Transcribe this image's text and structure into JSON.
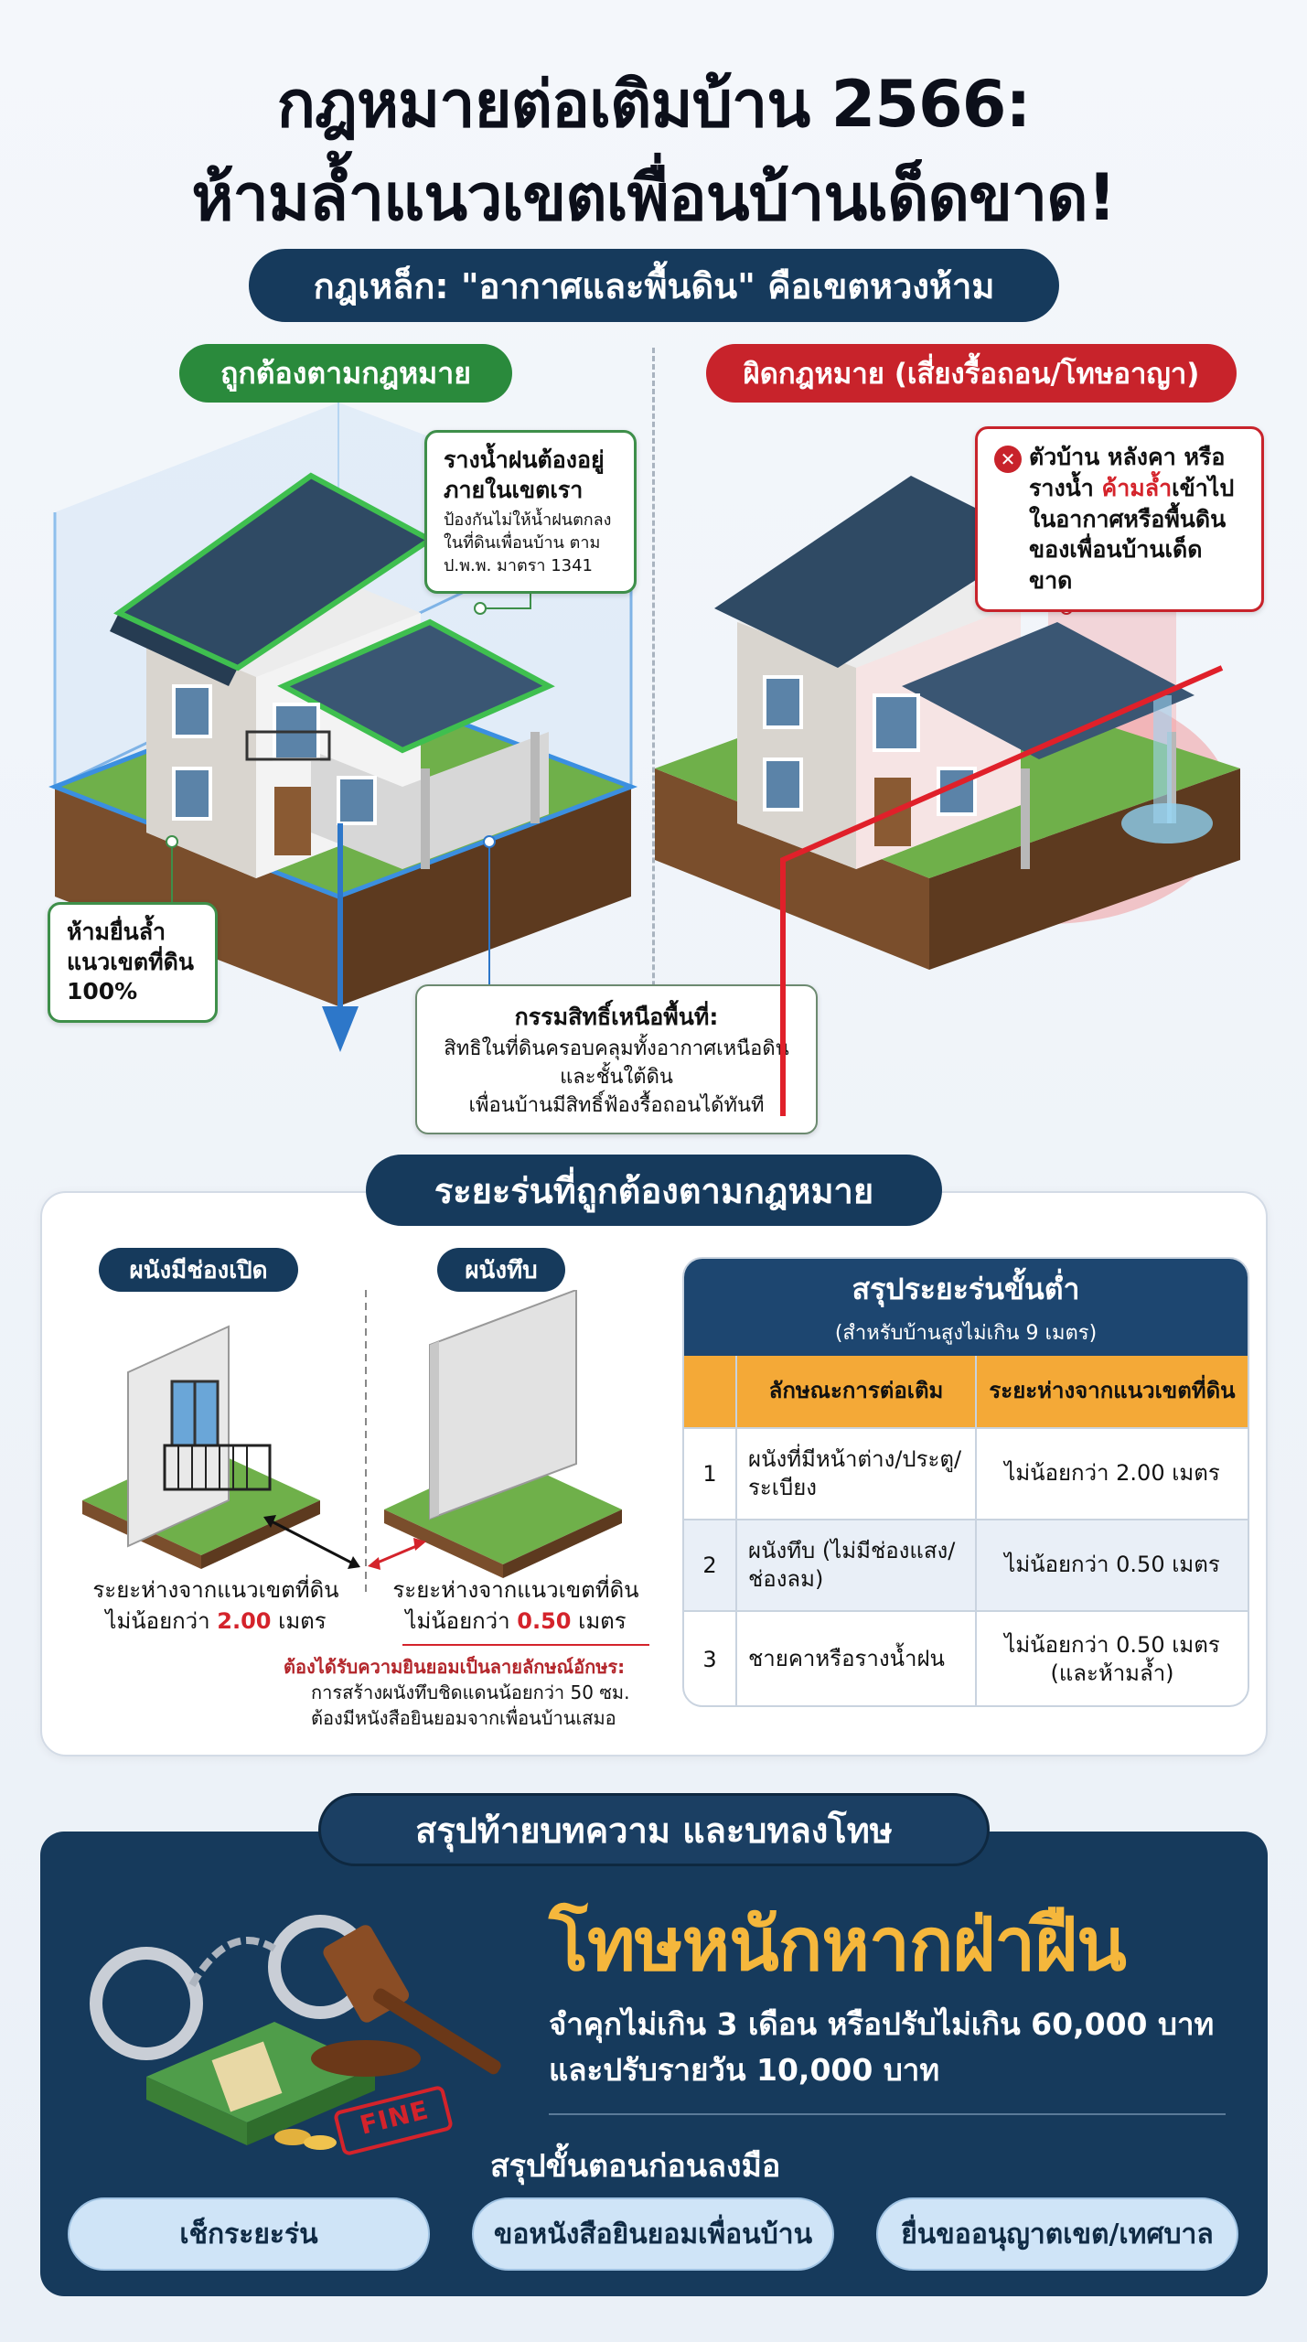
{
  "title": {
    "line1": "กฎหมายต่อเติมบ้าน 2566:",
    "line2": "ห้ามล้ำแนวเขตเพื่อนบ้านเด็ดขาด!"
  },
  "rule_banner": "กฎเหล็ก: \"อากาศและพื้นดิน\" คือเขตหวงห้าม",
  "legal": {
    "label": "ถูกต้องตามกฎหมาย",
    "gutter_callout": {
      "heading": "รางน้ำฝนต้องอยู่ภายในเขตเรา",
      "body": "ป้องกันไม่ให้น้ำฝนตกลงในที่ดินเพื่อนบ้าน ตาม ป.พ.พ. มาตรา 1341"
    },
    "no_extend_callout": "ห้ามยื่นล้ำแนวเขตที่ดิน 100%",
    "ownership_callout": {
      "heading": "กรรมสิทธิ์เหนือพื้นที่:",
      "body1": "สิทธิในที่ดินครอบคลุมทั้งอากาศเหนือดิน",
      "body2": "และชั้นใต้ดิน",
      "body3": "เพื่อนบ้านมีสิทธิ์ฟ้องรื้อถอนได้ทันที"
    }
  },
  "illegal": {
    "label": "ผิดกฎหมาย (เสี่ยงรื้อถอน/โทษอาญา)",
    "callout_pre": "ตัวบ้าน หลังคา หรือ รางน้ำ ",
    "callout_highlight": "ค้ามล้ำ",
    "callout_post": "เข้าไปในอากาศหรือพื้นดินของเพื่อนบ้านเด็ดขาด"
  },
  "setback": {
    "banner": "ระยะร่นที่ถูกต้องตามกฎหมาย",
    "open_wall_label": "ผนังมีช่องเปิด",
    "solid_wall_label": "ผนังทึบ",
    "open_caption1": "ระยะห่างจากแนวเขตที่ดิน",
    "open_caption2_pre": "ไม่น้อยกว่า ",
    "open_caption2_value": "2.00",
    "open_caption2_post": " เมตร",
    "solid_caption1": "ระยะห่างจากแนวเขตที่ดิน",
    "solid_caption2_pre": "ไม่น้อยกว่า ",
    "solid_caption2_value": "0.50",
    "solid_caption2_post": " เมตร",
    "consent_title": "ต้องได้รับความยินยอมเป็นลายลักษณ์อักษร:",
    "consent_body1": "การสร้างผนังทึบชิดแดนน้อยกว่า 50 ซม.",
    "consent_body2": "ต้องมีหนังสือยินยอมจากเพื่อนบ้านเสมอ"
  },
  "table": {
    "title": "สรุประยะร่นขั้นต่ำ",
    "subtitle": "(สำหรับบ้านสูงไม่เกิน 9 เมตร)",
    "col1": "ลักษณะการต่อเติม",
    "col2": "ระยะห่างจากแนวเขตที่ดิน",
    "rows": [
      {
        "n": "1",
        "type": "ผนังที่มีหน้าต่าง/ประตู/ระเบียง",
        "dist": "ไม่น้อยกว่า 2.00 เมตร",
        "note": ""
      },
      {
        "n": "2",
        "type": "ผนังทึบ (ไม่มีช่องแสง/ช่องลม)",
        "dist": "ไม่น้อยกว่า 0.50 เมตร",
        "note": ""
      },
      {
        "n": "3",
        "type": "ชายคาหรือรางน้ำฝน",
        "dist": "ไม่น้อยกว่า 0.50 เมตร",
        "note": "(และห้ามล้ำ)"
      }
    ]
  },
  "summary": {
    "banner": "สรุปท้ายบทความ และบทลงโทษ",
    "headline": "โทษหนักหากฝ่าฝืน",
    "penalty1": "จำคุกไม่เกิน 3 เดือน หรือปรับไม่เกิน 60,000 บาท",
    "penalty2": "และปรับรายวัน 10,000 บาท",
    "steps_title": "สรุปขั้นตอนก่อนลงมือ",
    "steps": [
      "เช็กระยะร่น",
      "ขอหนังสือยินยอมเพื่อนบ้าน",
      "ยื่นขออนุญาตเขต/เทศบาล"
    ],
    "fine_stamp": "FINE"
  },
  "colors": {
    "navy": "#163a5c",
    "green": "#2a8a3c",
    "red": "#c8232b",
    "orange": "#f4a937",
    "gold": "#f5b73c"
  }
}
